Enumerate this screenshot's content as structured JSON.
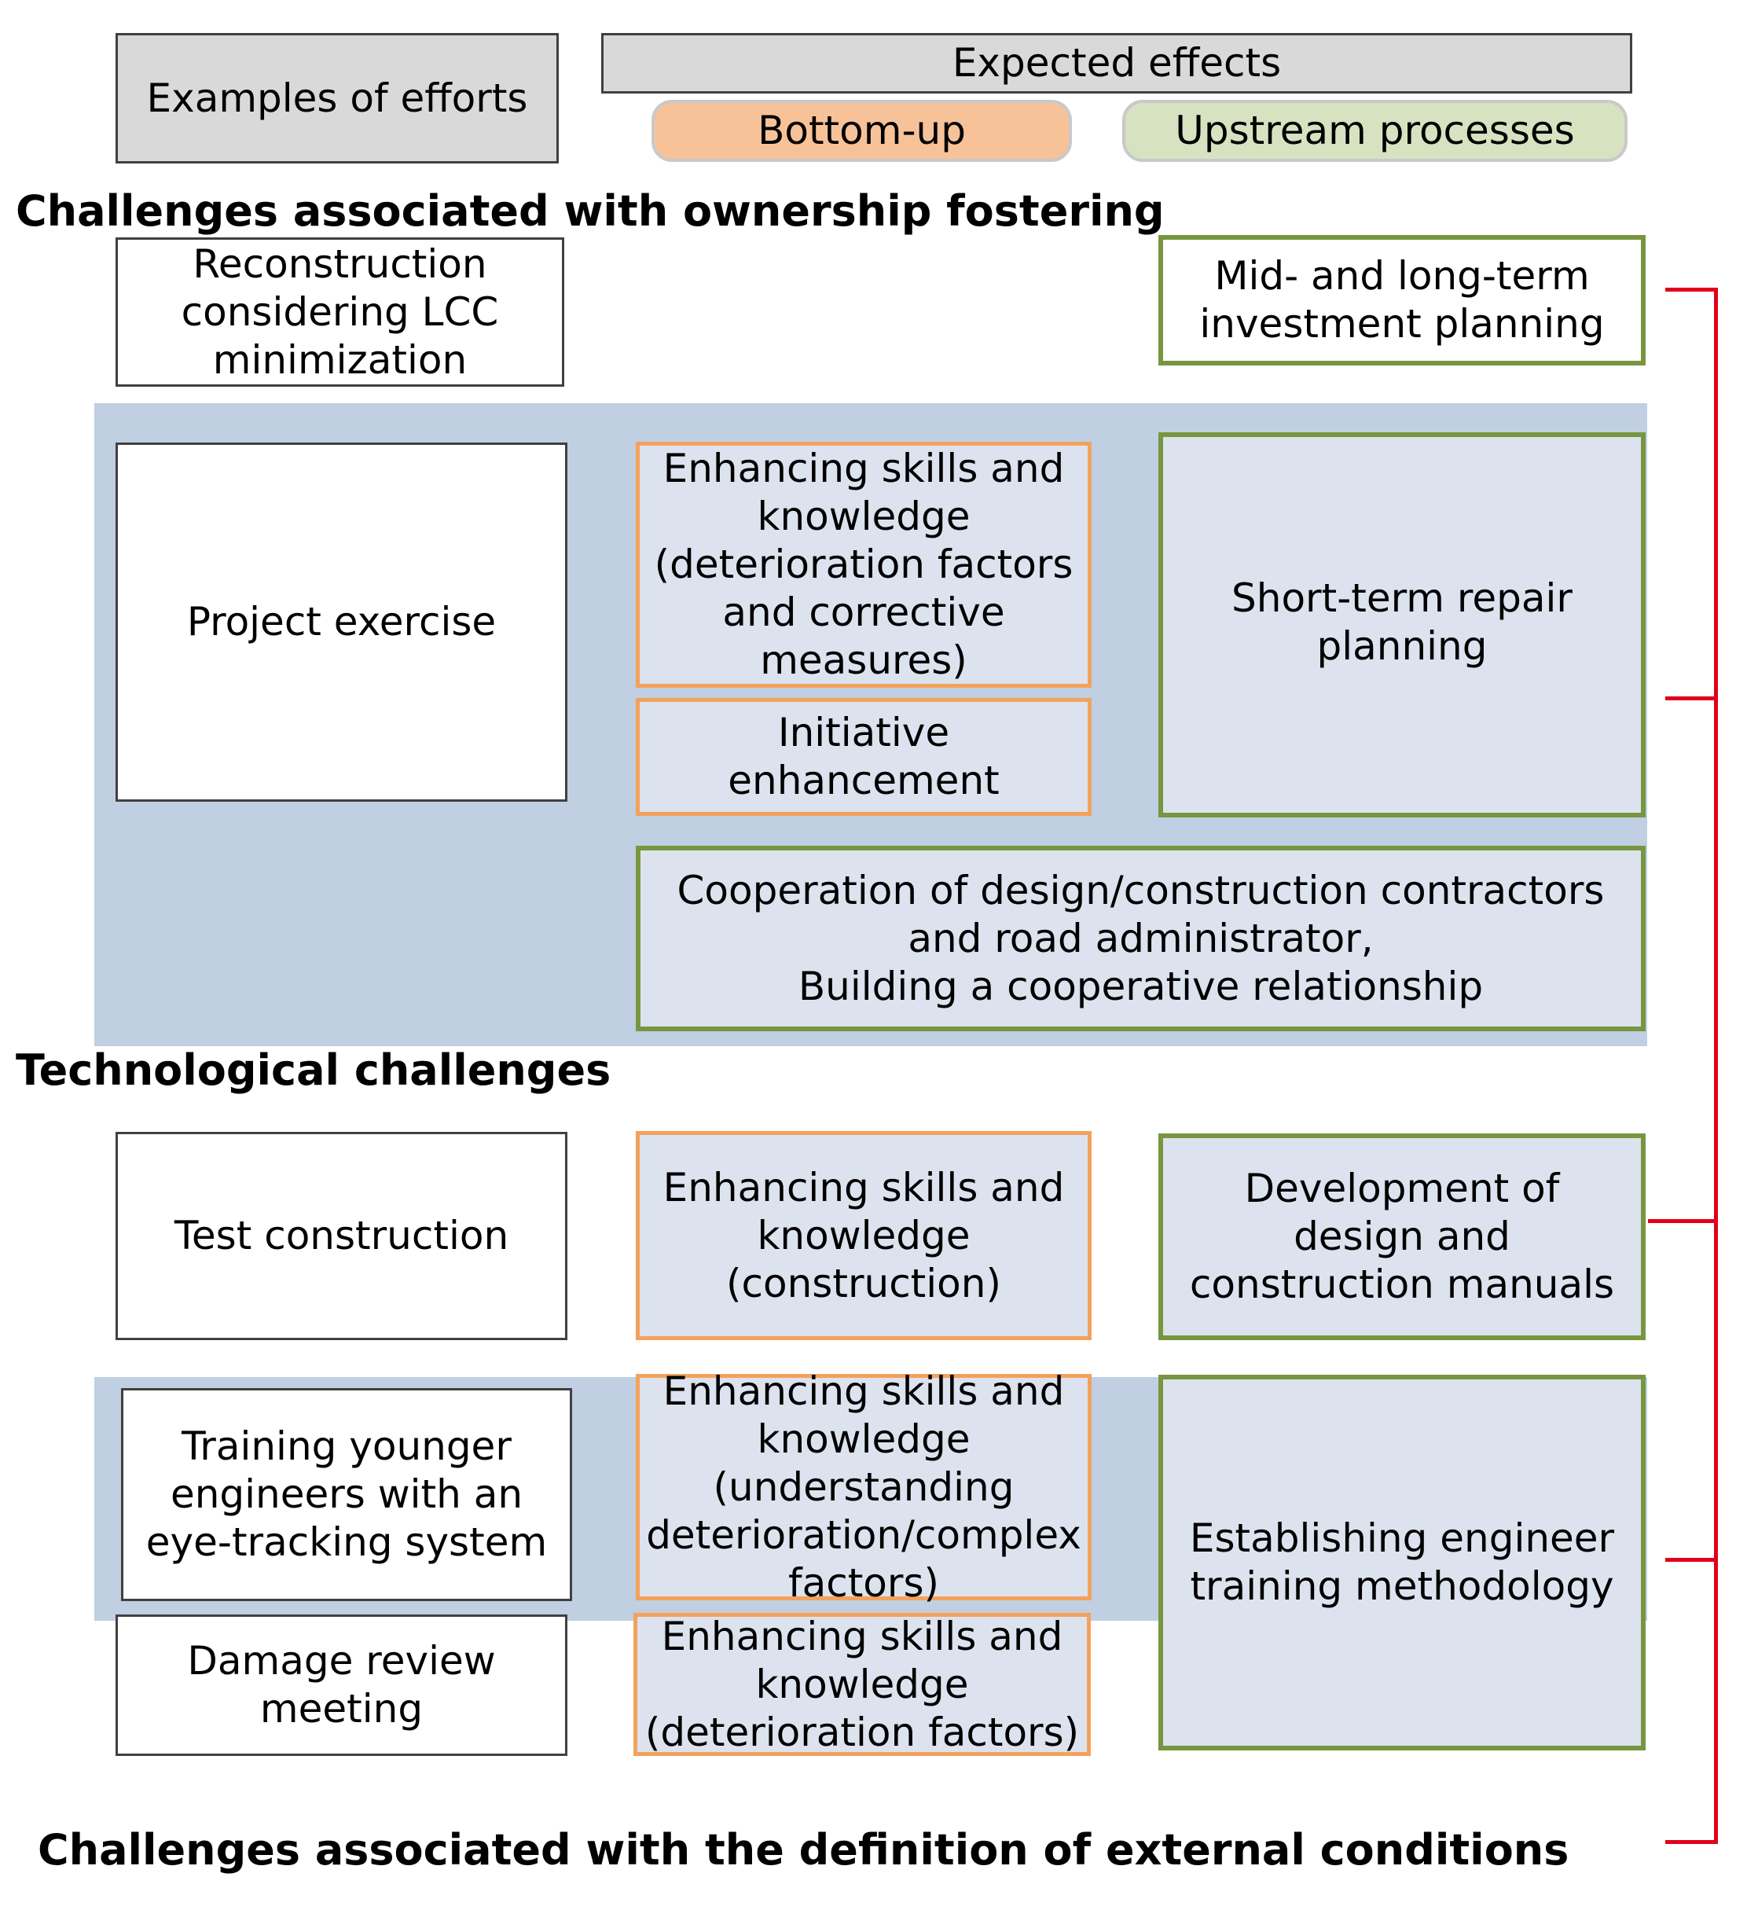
{
  "legend": {
    "examples": "Examples of efforts",
    "expected": "Expected effects",
    "bottom_up": "Bottom-up",
    "upstream": "Upstream processes"
  },
  "headings": {
    "ownership": "Challenges associated with ownership fostering",
    "technological": "Technological challenges",
    "external": "Challenges associated with the definition of external conditions"
  },
  "efforts": {
    "reconstruction": "Reconstruction\nconsidering LCC\nminimization",
    "project_exercise": "Project exercise",
    "test_construction": "Test construction",
    "training_younger": "Training younger\nengineers with an\neye-tracking system",
    "damage_review": "Damage review\nmeeting"
  },
  "bottom_up": {
    "skills_deterioration_corrective": "Enhancing skills and\nknowledge\n(deterioration factors\nand corrective\nmeasures)",
    "initiative": "Initiative\nenhancement",
    "skills_construction": "Enhancing skills and\nknowledge\n(construction)",
    "skills_understanding": "Enhancing skills and\nknowledge\n(understanding\ndeterioration/complex\nfactors)",
    "skills_deterioration": "Enhancing skills and\nknowledge\n(deterioration factors)"
  },
  "upstream": {
    "mid_long_term": "Mid- and long-term\ninvestment planning",
    "short_term": "Short-term repair\nplanning",
    "cooperation": "Cooperation of design/construction contractors\nand road administrator,\nBuilding a cooperative relationship",
    "manuals": "Development of\ndesign and\nconstruction manuals",
    "engineer_training": "Establishing engineer\ntraining methodology"
  },
  "colors": {
    "bracket": "#e2001a",
    "band": "#c0cfe2",
    "orange_border": "#f4a15c",
    "green_border": "#77963f"
  }
}
